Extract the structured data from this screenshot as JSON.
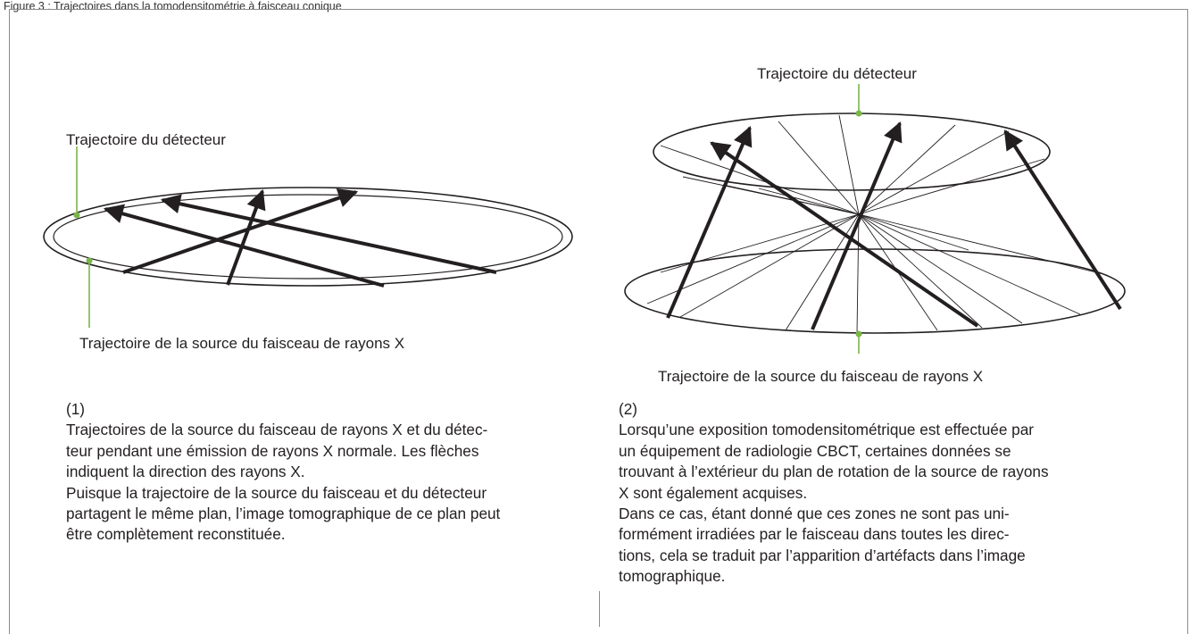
{
  "header": "Figure 3 : Trajectoires dans la tomodensitométrie à faisceau conique",
  "colors": {
    "leader": "#7ab648",
    "ink": "#231f20",
    "frame": "#8c8c8c"
  },
  "panel1": {
    "label_detector": "Trajectoire du détecteur",
    "label_source": "Trajectoire de la source du faisceau de rayons X",
    "number": "(1)",
    "lines": [
      "Trajectoires de la source du faisceau de rayons X et du détec-",
      "teur pendant une émission de rayons X normale. Les flèches",
      "indiquent la direction des rayons X.",
      "Puisque la trajectoire de la source du faisceau et du détecteur",
      "partagent le même plan, l’image tomographique de ce plan peut",
      "être complètement reconstituée."
    ]
  },
  "panel2": {
    "label_detector": "Trajectoire du détecteur",
    "label_source": "Trajectoire de la source du faisceau de rayons X",
    "number": "(2)",
    "lines": [
      "Lorsqu’une exposition tomodensitométrique est effectuée par",
      "un équipement de radiologie CBCT, certaines données se",
      "trouvant à l’extérieur du plan de rotation de la source de rayons",
      "X sont également acquises.",
      "Dans ce cas, étant donné que ces zones ne sont pas uni-",
      "formément irradiées par le faisceau dans toutes les direc-",
      "tions, cela se traduit par l’apparition d’artéfacts dans l’image",
      "tomographique."
    ]
  }
}
